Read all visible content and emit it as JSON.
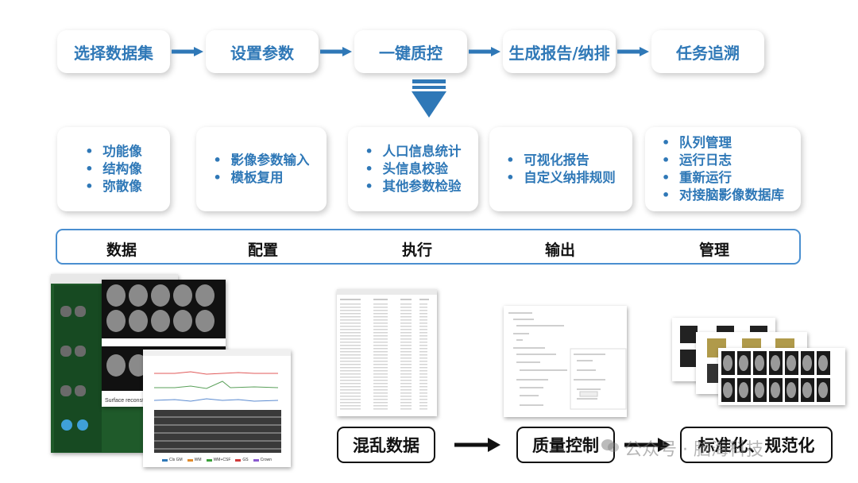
{
  "workflow": {
    "steps": [
      "选择数据集",
      "设置参数",
      "一键质控",
      "生成报告/纳排",
      "任务追溯"
    ]
  },
  "cards": [
    {
      "items": [
        "功能像",
        "结构像",
        "弥散像"
      ]
    },
    {
      "items": [
        "影像参数输入",
        "模板复用"
      ]
    },
    {
      "items": [
        "人口信息统计",
        "头信息校验",
        "其他参数检验"
      ]
    },
    {
      "items": [
        "可视化报告",
        "自定义纳排规则"
      ]
    },
    {
      "items": [
        "队列管理",
        "运行日志",
        "重新运行",
        "对接脑影像数据库"
      ]
    }
  ],
  "stages": [
    "数据",
    "配置",
    "执行",
    "输出",
    "管理"
  ],
  "pipeline": {
    "boxes": [
      "混乱数据",
      "质量控制",
      "标准化、规范化"
    ]
  },
  "screens": {
    "report_title": "Surface reconstruction",
    "legend": [
      "Cls GM",
      "WM",
      "WM+CSF",
      "GS",
      "Crown"
    ]
  },
  "watermark": "公众号 · 脑海科技",
  "colors": {
    "accent": "#2f78b7",
    "bar_border": "#4a8fd0"
  }
}
